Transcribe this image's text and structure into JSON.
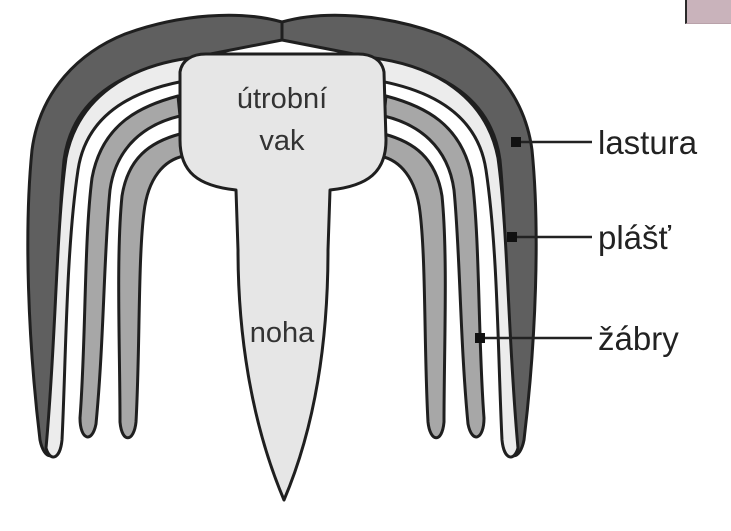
{
  "diagram": {
    "body_labels": {
      "visceral_sac_line1": "útrobní",
      "visceral_sac_line2": "vak",
      "foot": "noha"
    },
    "callouts": [
      {
        "label": "lastura"
      },
      {
        "label": "plášť"
      },
      {
        "label": "žábry"
      }
    ]
  },
  "colors": {
    "shell": "#5f5f5f",
    "mantle": "#ececec",
    "gills": "#a7a7a7",
    "body": "#e6e6e6",
    "outline": "#1f1f1f"
  }
}
